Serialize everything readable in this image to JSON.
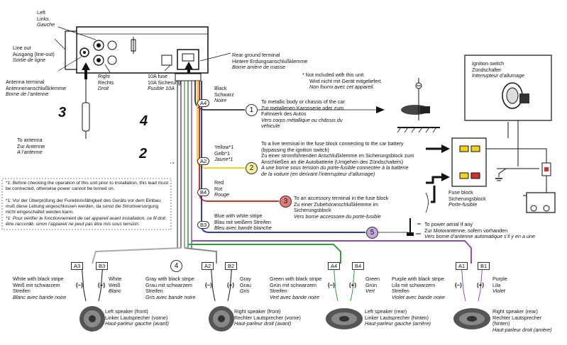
{
  "unit": {
    "lr": {
      "l1": "Left",
      "l2": "Links",
      "l3": "Gauche"
    },
    "lineout": {
      "l1": "Line out",
      "l2": "Ausgang (line-out)",
      "l3": "Sortie de ligne"
    },
    "antenna_terminal": {
      "l1": "Antenna terminal",
      "l2": "Antennenanschlußklemme",
      "l3": "Borne de l’antenne"
    },
    "right": {
      "l1": "Right",
      "l2": "Rechts",
      "l3": "Droit"
    },
    "fuse": {
      "l1": "10A fuse",
      "l2": "10A Sicherung",
      "l3": "Fusible 10A"
    },
    "rear_ground": {
      "l1": "Rear ground terminal",
      "l2": "Hintere Erdungsanschlußklemme",
      "l3": "Borne arrière de masse"
    },
    "to_antenna": {
      "l1": "To antenna",
      "l2": "Zur Antenne",
      "l3": "A l’antenne"
    }
  },
  "big_numbers": {
    "n3": "3",
    "n4": "4",
    "n2": "2"
  },
  "not_included": {
    "l1": "*  Not included with this unit.",
    "l2": "Wird nicht mit Gerät mitgeliefert.",
    "l3": "Non fourni avec cet appareil."
  },
  "ignition": {
    "l1": "Ignition switch",
    "l2": "Zündschalter",
    "l3": "Interrupteur d’allumage"
  },
  "fuse_block": {
    "l1": "Fuse block",
    "l2": "Sicherungsblock",
    "l3": "Porte-fusible"
  },
  "wires": {
    "black": {
      "code": "A4",
      "l1": "Black",
      "l2": "Schwarz",
      "l3": "Noire",
      "num": "1",
      "d1": "To metallic body or chassis of the car",
      "d2": "Zur metallenen Karosserie oder zum",
      "d3": "Fahrwerk des Autos",
      "d4": "Vers corps métallique ou châssis du",
      "d5": "véhicule"
    },
    "yellow": {
      "code": "A2",
      "l1": "Yellow*1",
      "l2": "Gelb*1",
      "l3": "Jaune*1",
      "num": "2",
      "d1": "To a live terminal in the fuse block connecting to the car battery",
      "d2": "(bypassing the ignition switch)",
      "d3": "Zu einer stromführenden Anschlußklemme im Sicherungsblock zum",
      "d4": "Anschließen an die Autobatterie (Umgehen des Zündschalters)",
      "d5": "A une borne sous tension du porte-fusible connectée à la batterie",
      "d6": "de la voiture (en dérivant l’interrupteur d’allumage)"
    },
    "red": {
      "code": "B4",
      "l1": "Red",
      "l2": "Rot",
      "l3": "Rouge",
      "num": "3",
      "d1": "To an accessory terminal in the fuse block",
      "d2": "Zu einer Zubehöranschlußklemme im",
      "d3": "Sicherungsblock",
      "d4": "Vers borne accessoire du porte-fusible"
    },
    "blue": {
      "code": "B3",
      "l1": "Blue with white stripe",
      "l2": "Blau mit weißem Streifen",
      "l3": "Bleu avec bande blanche",
      "num": "5",
      "d1": "To power aerial if any",
      "d2": "Zur Motorantenne, sofern vorhanden",
      "d3": "Vers borne d’antenne automatique s’il y en a une"
    }
  },
  "footnote": {
    "l1": "*1: Before checking the operation of this unit prior to installation, this lead must be connected, otherwise power cannot be turned on.",
    "l2": "*1: Vor der Überprüfung der Funktionsfähigkeit des Geräts vor dem Einbau, muß diese Leitung angeschlossen werden, da sonst die Stromversorgung nicht eingeschaltet werden kann.",
    "l3": "*1: Pour vérifier le fonctionnement de cet appareil avant installation, ce fil doit être raccordé, sinon l’appareil ne peut pas être mis sous tension."
  },
  "circle4": "4",
  "polarity": {
    "neg": "(–)",
    "pos": "(+)"
  },
  "speakers": [
    {
      "tags": [
        "A3",
        "B3"
      ],
      "left": {
        "l1": "White with black stripe",
        "l2": "Weiß mit schwarzem",
        "l3": "Streifen",
        "l4": "Blanc avec bande noire"
      },
      "right": {
        "l1": "White",
        "l2": "Weiß",
        "l3": "Blanc"
      },
      "name": {
        "l1": "Left speaker (front)",
        "l2": "Linker Lautsprecher (vorne)",
        "l3": "Haut-parleur gauche (avant)"
      }
    },
    {
      "tags": [
        "A2",
        "B2"
      ],
      "left": {
        "l1": "Gray with black stripe",
        "l2": "Grau mit schwarzem",
        "l3": "Streifen",
        "l4": "Gris avec bande noire"
      },
      "right": {
        "l1": "Gray",
        "l2": "Grau",
        "l3": "Gris"
      },
      "name": {
        "l1": "Right speaker (front)",
        "l2": "Rechter Lautsprecher (vorne)",
        "l3": "Haut-parleur droit (avant)"
      }
    },
    {
      "tags": [
        "A4",
        "B4"
      ],
      "left": {
        "l1": "Green with black stripe",
        "l2": "Grün mit schwarzem",
        "l3": "Streifen",
        "l4": "Vert avec bande noire"
      },
      "right": {
        "l1": "Green",
        "l2": "Grün",
        "l3": "Vert"
      },
      "name": {
        "l1": "Left speaker (rear)",
        "l2": "Linker Lautsprecher (hinten)",
        "l3": "Haut-parleur gauche (arrière)"
      }
    },
    {
      "tags": [
        "A1",
        "B1"
      ],
      "left": {
        "l1": "Purple with black stripe",
        "l2": "Lila mit schwarzem",
        "l3": "Streifen",
        "l4": "Violet avec bande noire"
      },
      "right": {
        "l1": "Purple",
        "l2": "Lila",
        "l3": "Violet"
      },
      "name": {
        "l1": "Right speaker (rear)",
        "l2": "Rechter Lautsprecher",
        "l3": "(hinten)",
        "l4": "Haut-parleur droit (arrière)"
      }
    }
  ],
  "colors": {
    "yellow": "#f2d21b",
    "red": "#d62d2d",
    "blue": "#2d3fb0",
    "purple": "#8a4fb8",
    "green": "#2f9e3c",
    "gray": "#999999",
    "black": "#111111"
  }
}
